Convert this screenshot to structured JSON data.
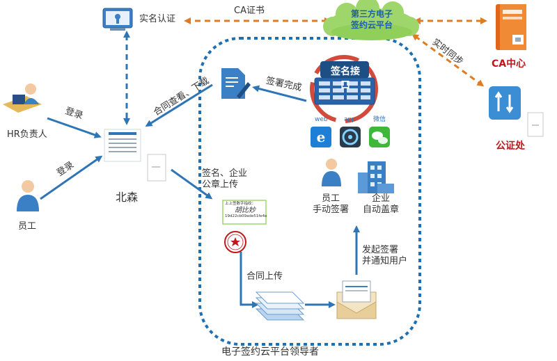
{
  "nodes": {
    "cloud": [
      "第三方电子",
      "签约云平台"
    ],
    "real_name": "实名认证",
    "ca_cert": "CA证书",
    "ca_center": "CA中心",
    "notary": "公证处",
    "realtime_sync": "实时同步",
    "hr": "HR负责人",
    "employee_left": "员工",
    "login1": "登录",
    "login2": "登录",
    "beisen": "北森",
    "contract_view": "合同查看、下载",
    "sign_done": "签署完成",
    "sign_api": "签名接口",
    "channels": [
      "web",
      "app",
      "微信"
    ],
    "employee_manual": [
      "员工",
      "手动签署"
    ],
    "company_auto": [
      "企业",
      "自动盖章"
    ],
    "upload_sig": [
      "签名、企业",
      "公章上传"
    ],
    "sig_card_title": "上上签数字指纹：",
    "sig_card_hash": "19d22cb09ade51fe4e",
    "sig_card_script": "胡比妙",
    "contract_upload": "合同上传",
    "initiate": [
      "发起签署",
      "并通知用户"
    ],
    "leader": "电子签约云平台领导者"
  },
  "colors": {
    "blue": "#2e75b6",
    "dashed_border": "#1f6fb3",
    "orange": "#e07b22",
    "red": "#c0171b",
    "green_cloud": "#9fd66b"
  }
}
